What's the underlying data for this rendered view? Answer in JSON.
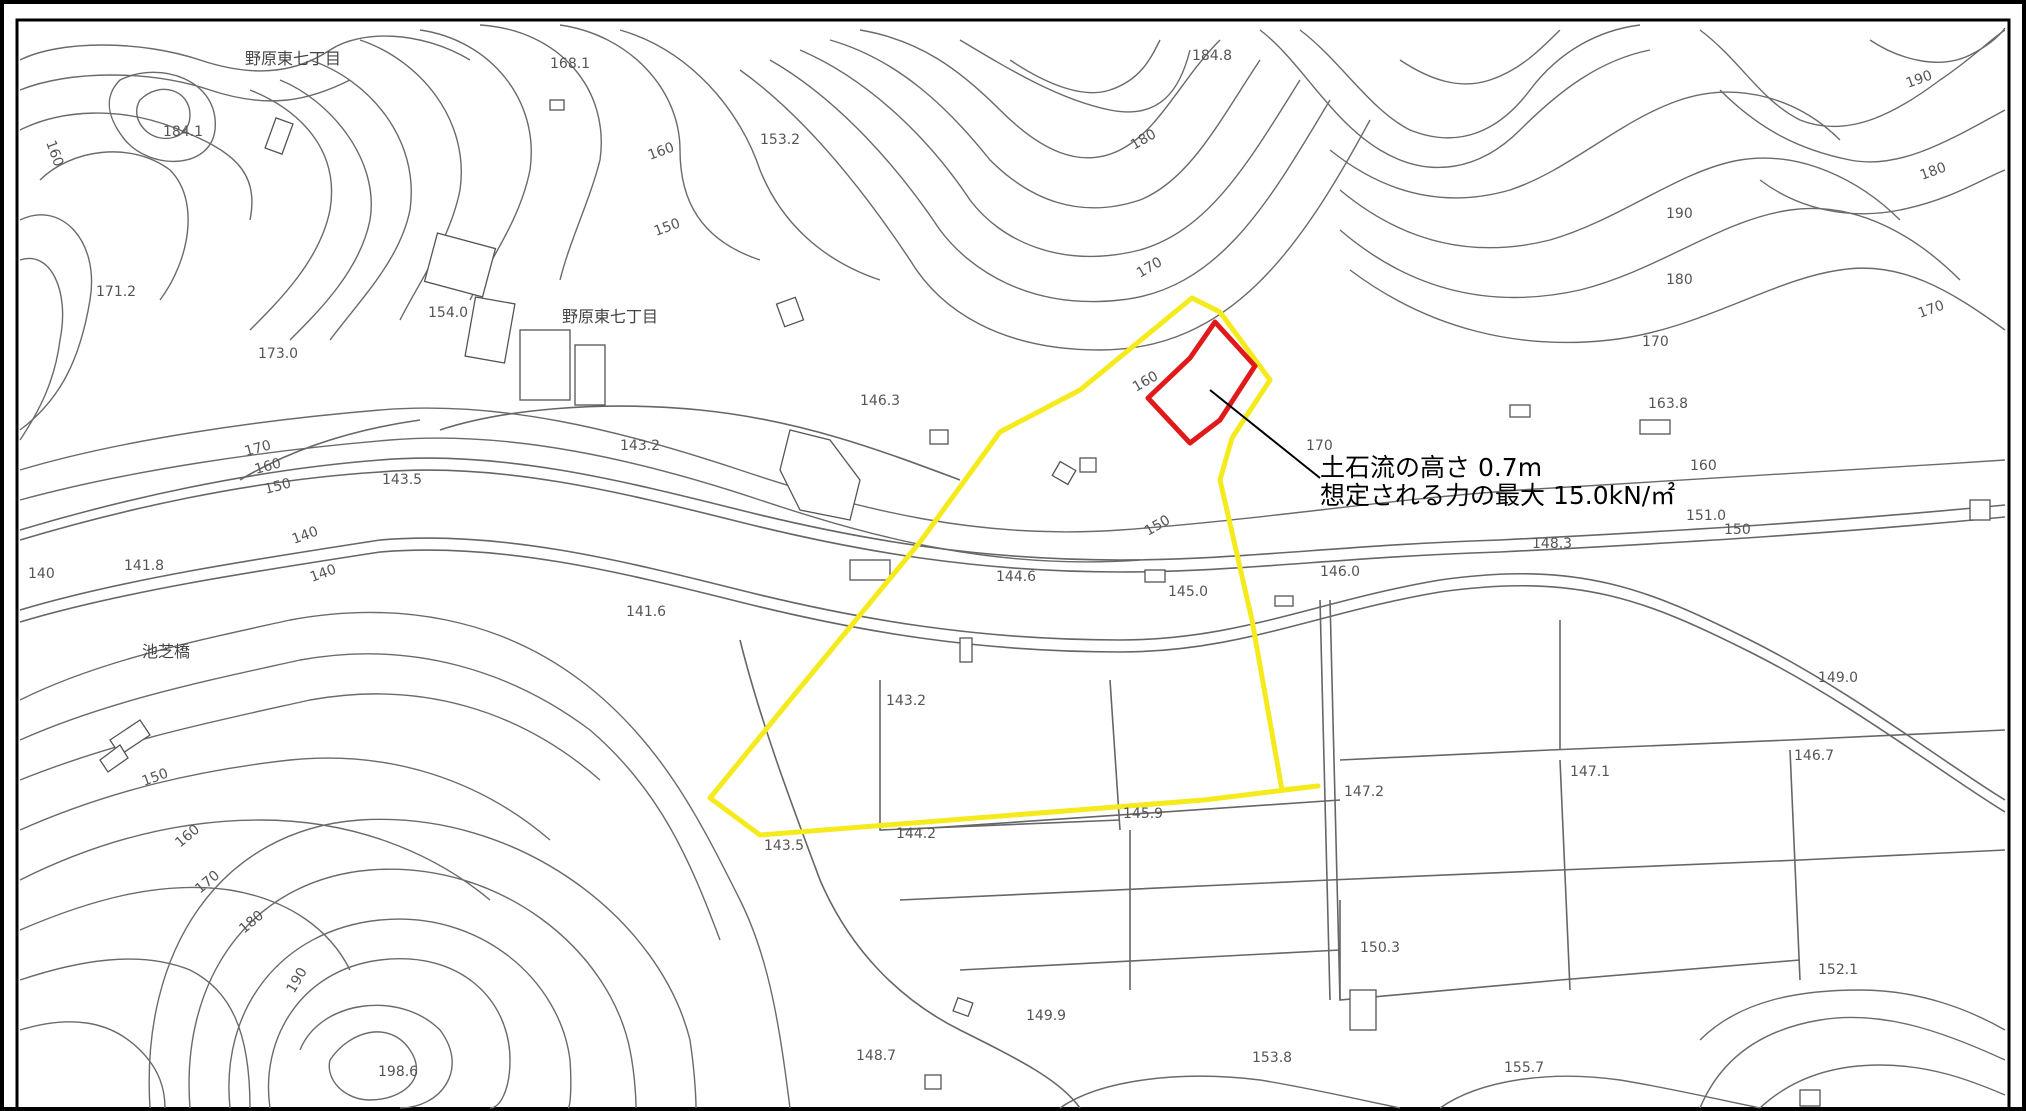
{
  "map": {
    "place_names": [
      "野原東七丁目",
      "野原東七丁目",
      "池芝橋"
    ],
    "elevation_points": [
      "168.1",
      "184.8",
      "184.1",
      "153.2",
      "171.2",
      "173.0",
      "154.0",
      "146.3",
      "143.2",
      "143.5",
      "141.8",
      "141.6",
      "144.6",
      "145.0",
      "146.0",
      "148.3",
      "151.0",
      "149.0",
      "146.7",
      "147.1",
      "147.2",
      "145.9",
      "144.2",
      "143.5",
      "143.2",
      "150.3",
      "152.1",
      "149.9",
      "148.7",
      "153.8",
      "155.7",
      "198.6",
      "163.8"
    ],
    "contour_labels": [
      "160",
      "160",
      "150",
      "180",
      "170",
      "160",
      "150",
      "170",
      "160",
      "150",
      "140",
      "140",
      "140",
      "150",
      "160",
      "170",
      "180",
      "190",
      "190",
      "180",
      "190",
      "180",
      "170",
      "170",
      "160",
      "150",
      "170"
    ],
    "callout": {
      "line1": "土石流の高さ  0.7m",
      "line2": "想定される力の最大  15.0kN/㎡"
    },
    "colors": {
      "zone_outline": "#f5ea1c",
      "red_zone": "#e01a1a",
      "contour": "#6a6a6a"
    }
  }
}
